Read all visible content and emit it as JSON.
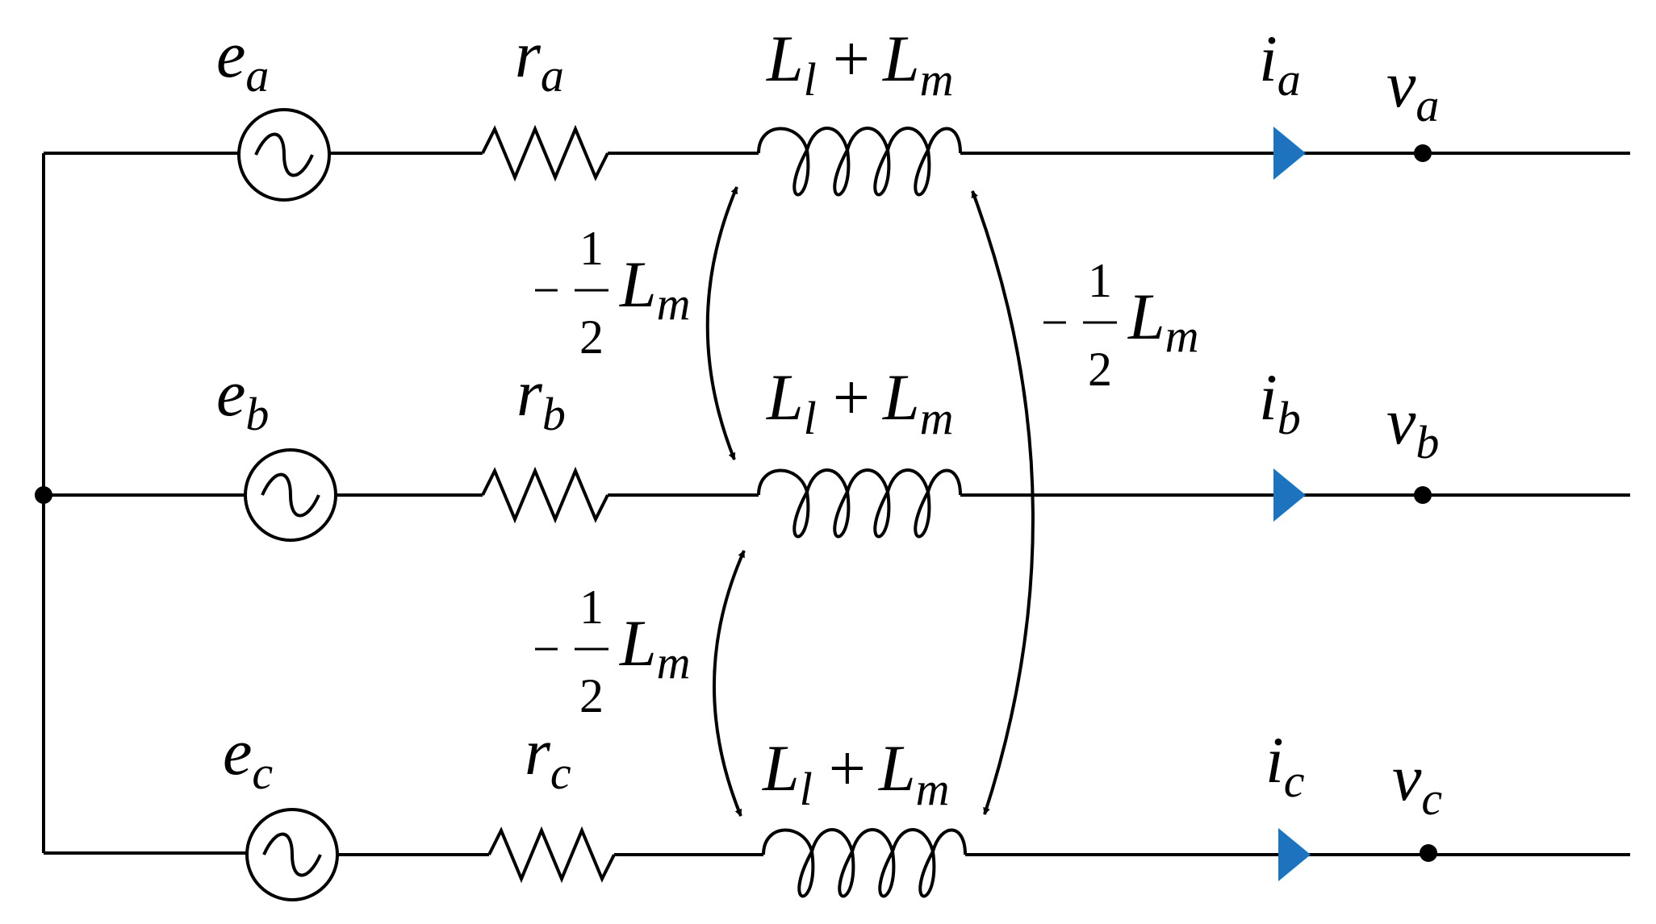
{
  "phases": [
    {
      "source": {
        "sym": "e",
        "sub": "a"
      },
      "resistor": {
        "sym": "r",
        "sub": "a"
      },
      "inductor": {
        "l1": "L",
        "l1sub": "l",
        "op": "+",
        "l2": "L",
        "l2sub": "m"
      },
      "current": {
        "sym": "i",
        "sub": "a"
      },
      "voltage": {
        "sym": "v",
        "sub": "a"
      }
    },
    {
      "source": {
        "sym": "e",
        "sub": "b"
      },
      "resistor": {
        "sym": "r",
        "sub": "b"
      },
      "inductor": {
        "l1": "L",
        "l1sub": "l",
        "op": "+",
        "l2": "L",
        "l2sub": "m"
      },
      "current": {
        "sym": "i",
        "sub": "b"
      },
      "voltage": {
        "sym": "v",
        "sub": "b"
      }
    },
    {
      "source": {
        "sym": "e",
        "sub": "c"
      },
      "resistor": {
        "sym": "r",
        "sub": "c"
      },
      "inductor": {
        "l1": "L",
        "l1sub": "l",
        "op": "+",
        "l2": "L",
        "l2sub": "m"
      },
      "current": {
        "sym": "i",
        "sub": "c"
      },
      "voltage": {
        "sym": "v",
        "sub": "c"
      }
    }
  ],
  "mutual": [
    {
      "sign": "−",
      "num": "1",
      "den": "2",
      "sym": "L",
      "sub": "m"
    },
    {
      "sign": "−",
      "num": "1",
      "den": "2",
      "sym": "L",
      "sub": "m"
    },
    {
      "sign": "−",
      "num": "1",
      "den": "2",
      "sym": "L",
      "sub": "m"
    }
  ],
  "colors": {
    "wire": "#000000",
    "current_arrow": "#1e73be"
  }
}
